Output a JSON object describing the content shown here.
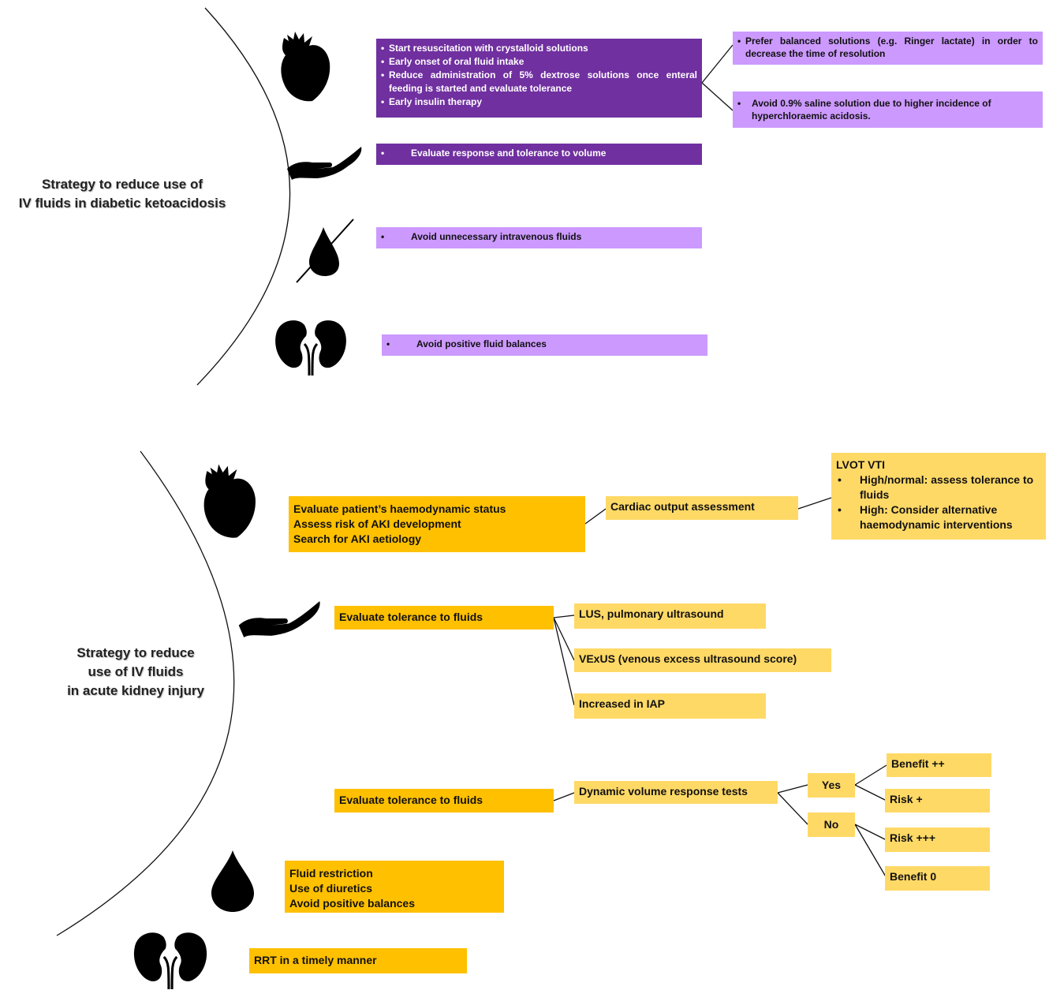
{
  "dka": {
    "title": "Strategy to reduce use of\nIV fluids in diabetic ketoacidosis",
    "title_lines": [
      "Strategy to reduce use of",
      "IV fluids in diabetic ketoacidosis"
    ],
    "resuscitation_items": [
      "Start resuscitation with crystalloid  solutions",
      "Early onset of oral fluid intake",
      "Reduce administration of 5% dextrose solutions once enteral feeding is started and evaluate tolerance",
      "Early insulin therapy"
    ],
    "balanced_solutions": "Prefer balanced solutions (e.g. Ringer lactate) in order to decrease the time of resolution",
    "avoid_saline": "Avoid 0.9% saline solution due to higher incidence of hyperchloraemic acidosis.",
    "evaluate_response": "Evaluate response and tolerance to volume",
    "avoid_iv": "Avoid unnecessary intravenous fluids",
    "avoid_positive": "Avoid positive fluid balances",
    "bullet": "•"
  },
  "aki": {
    "title_lines": [
      "Strategy to reduce",
      "use of IV fluids",
      "in acute kidney injury"
    ],
    "haemo_lines": [
      "Evaluate patient’s haemodynamic status",
      "Assess risk of AKI development",
      "Search for AKI aetiology"
    ],
    "cardiac_output": "Cardiac output assessment",
    "lvot_title": "LVOT VTI",
    "lvot_items": [
      "High/normal: assess tolerance to fluids",
      "High: Consider alternative haemodynamic interventions"
    ],
    "tolerance_1": "Evaluate tolerance to fluids",
    "lus": "LUS, pulmonary ultrasound",
    "vexus": "VExUS (venous excess ultrasound score)",
    "iap": "Increased in IAP",
    "tolerance_2": "Evaluate tolerance to fluids",
    "dynamic": "Dynamic volume response tests",
    "yes": "Yes",
    "no": "No",
    "benefit_pp": "Benefit ++",
    "risk_p": "Risk +",
    "risk_ppp": "Risk +++",
    "benefit_0": "Benefit 0",
    "restriction_lines": [
      "Fluid restriction",
      "Use of diuretics",
      "Avoid positive balances"
    ],
    "rrt": "RRT in a timely manner"
  },
  "colors": {
    "purple_dark": "#7030a0",
    "purple_light": "#cc99ff",
    "orange": "#ffc000",
    "yellow": "#ffd966"
  },
  "icons": [
    "heart-icon",
    "hand-icon",
    "drop-crossed-icon",
    "kidney-icon",
    "drop-icon"
  ]
}
